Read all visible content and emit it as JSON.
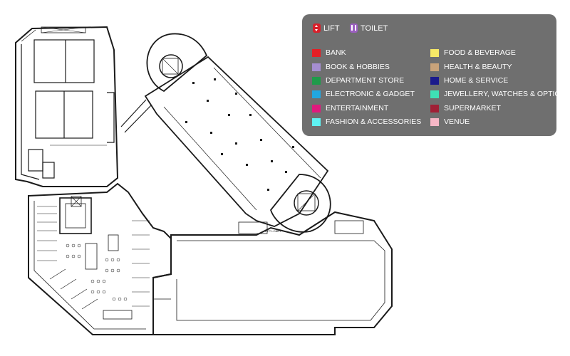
{
  "legend": {
    "facilities": [
      {
        "label": "LIFT",
        "icon": "lift-icon"
      },
      {
        "label": "TOILET",
        "icon": "toilet-icon"
      }
    ],
    "categories_left": [
      {
        "label": "BANK",
        "color": "#e51e25"
      },
      {
        "label": "BOOK & HOBBIES",
        "color": "#a58ed1"
      },
      {
        "label": "DEPARTMENT STORE",
        "color": "#1f9b4a"
      },
      {
        "label": "ELECTRONIC & GADGET",
        "color": "#22a7e0"
      },
      {
        "label": "ENTERTAINMENT",
        "color": "#e0197d"
      },
      {
        "label": "FASHION & ACCESSORIES",
        "color": "#5ef2f2"
      }
    ],
    "categories_right": [
      {
        "label": "FOOD & BEVERAGE",
        "color": "#f7e967"
      },
      {
        "label": "HEALTH & BEAUTY",
        "color": "#c9a37a"
      },
      {
        "label": "HOME & SERVICE",
        "color": "#1b1a8c"
      },
      {
        "label": "JEWELLERY, WATCHES & OPTICS",
        "color": "#3fe0b5"
      },
      {
        "label": "SUPERMARKET",
        "color": "#a01f35"
      },
      {
        "label": "VENUE",
        "color": "#f7b7c6"
      }
    ]
  },
  "map": {
    "store_labels": [
      "LIFT LOBBY"
    ]
  }
}
